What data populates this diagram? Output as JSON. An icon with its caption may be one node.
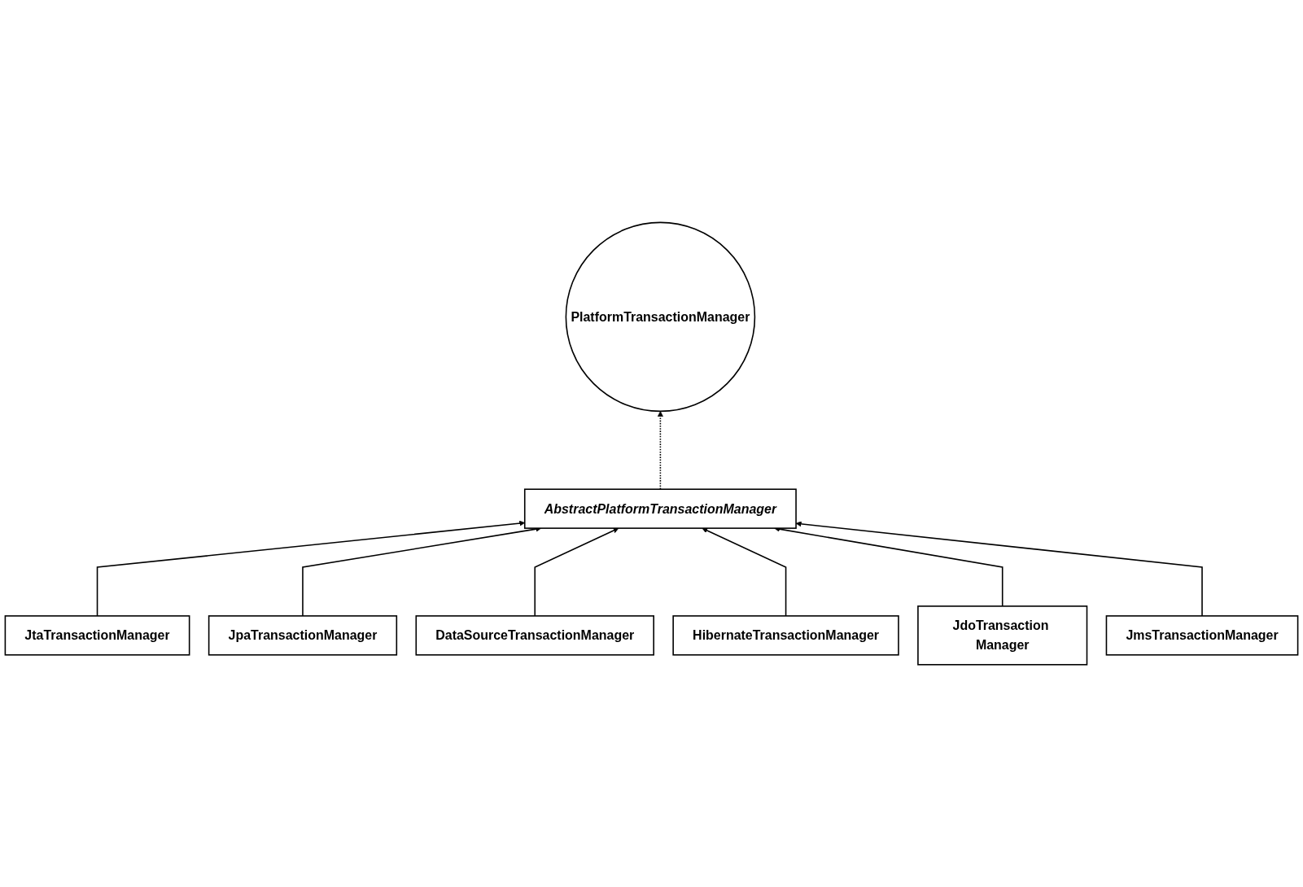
{
  "diagram": {
    "nodes": [
      {
        "text": [
          "PlatformTransactionManager"
        ]
      },
      {
        "text": [
          "AbstractPlatformTransactionManager"
        ]
      },
      {
        "text": [
          "JmsTransactionManager"
        ]
      },
      {
        "text": [
          "JtaTransactionManager"
        ]
      },
      {
        "text": [
          "JdoTransaction Manager"
        ]
      },
      {
        "text": [
          "JpaTransactionManager"
        ]
      },
      {
        "text": [
          "HibernateTransactionManager"
        ]
      },
      {
        "text": [
          "DataSourceTransactionManager"
        ]
      }
    ],
    "edges": [
      {
        "from": 1,
        "to": 0,
        "arrow": "to",
        "style": "dashed"
      },
      {
        "from": 3,
        "to": 1,
        "arrow": "to"
      },
      {
        "from": 5,
        "to": 1,
        "arrow": "to"
      },
      {
        "from": 7,
        "to": 1,
        "arrow": "to"
      },
      {
        "from": 6,
        "to": 1,
        "arrow": "to"
      },
      {
        "from": 4,
        "to": 1,
        "arrow": "to"
      },
      {
        "from": 2,
        "to": 1,
        "arrow": "to"
      }
    ]
  }
}
